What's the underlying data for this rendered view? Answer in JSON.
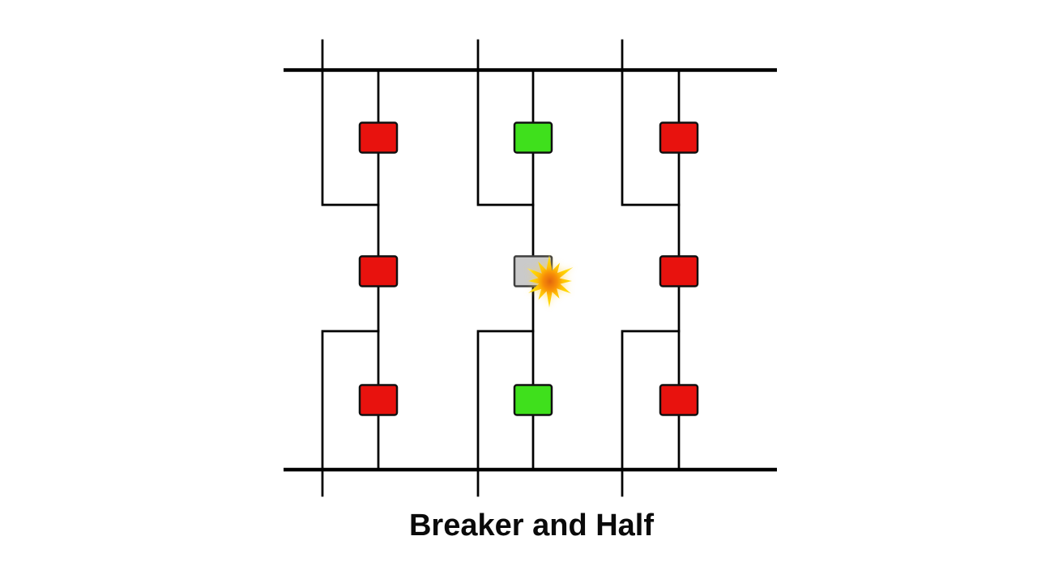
{
  "title": "Breaker and Half",
  "colors": {
    "closed": "#e8120e",
    "open": "#3fe01c",
    "fault": "#cacaca",
    "line": "#000000",
    "explosion_outer": "#ffd700",
    "explosion_mid": "#ffaa00",
    "explosion_core": "#e2660e"
  },
  "diagram": {
    "scheme": "breaker-and-a-half",
    "buses": [
      {
        "name": "top-bus"
      },
      {
        "name": "bottom-bus"
      }
    ],
    "bays": [
      {
        "name": "bay-1",
        "breakers": [
          {
            "state": "closed"
          },
          {
            "state": "closed"
          },
          {
            "state": "closed"
          }
        ]
      },
      {
        "name": "bay-2",
        "breakers": [
          {
            "state": "open"
          },
          {
            "state": "fault"
          },
          {
            "state": "open"
          }
        ]
      },
      {
        "name": "bay-3",
        "breakers": [
          {
            "state": "closed"
          },
          {
            "state": "closed"
          },
          {
            "state": "closed"
          }
        ]
      }
    ],
    "explosion": {
      "icon": "explosion-burst",
      "bay": 2,
      "row": 2
    }
  }
}
